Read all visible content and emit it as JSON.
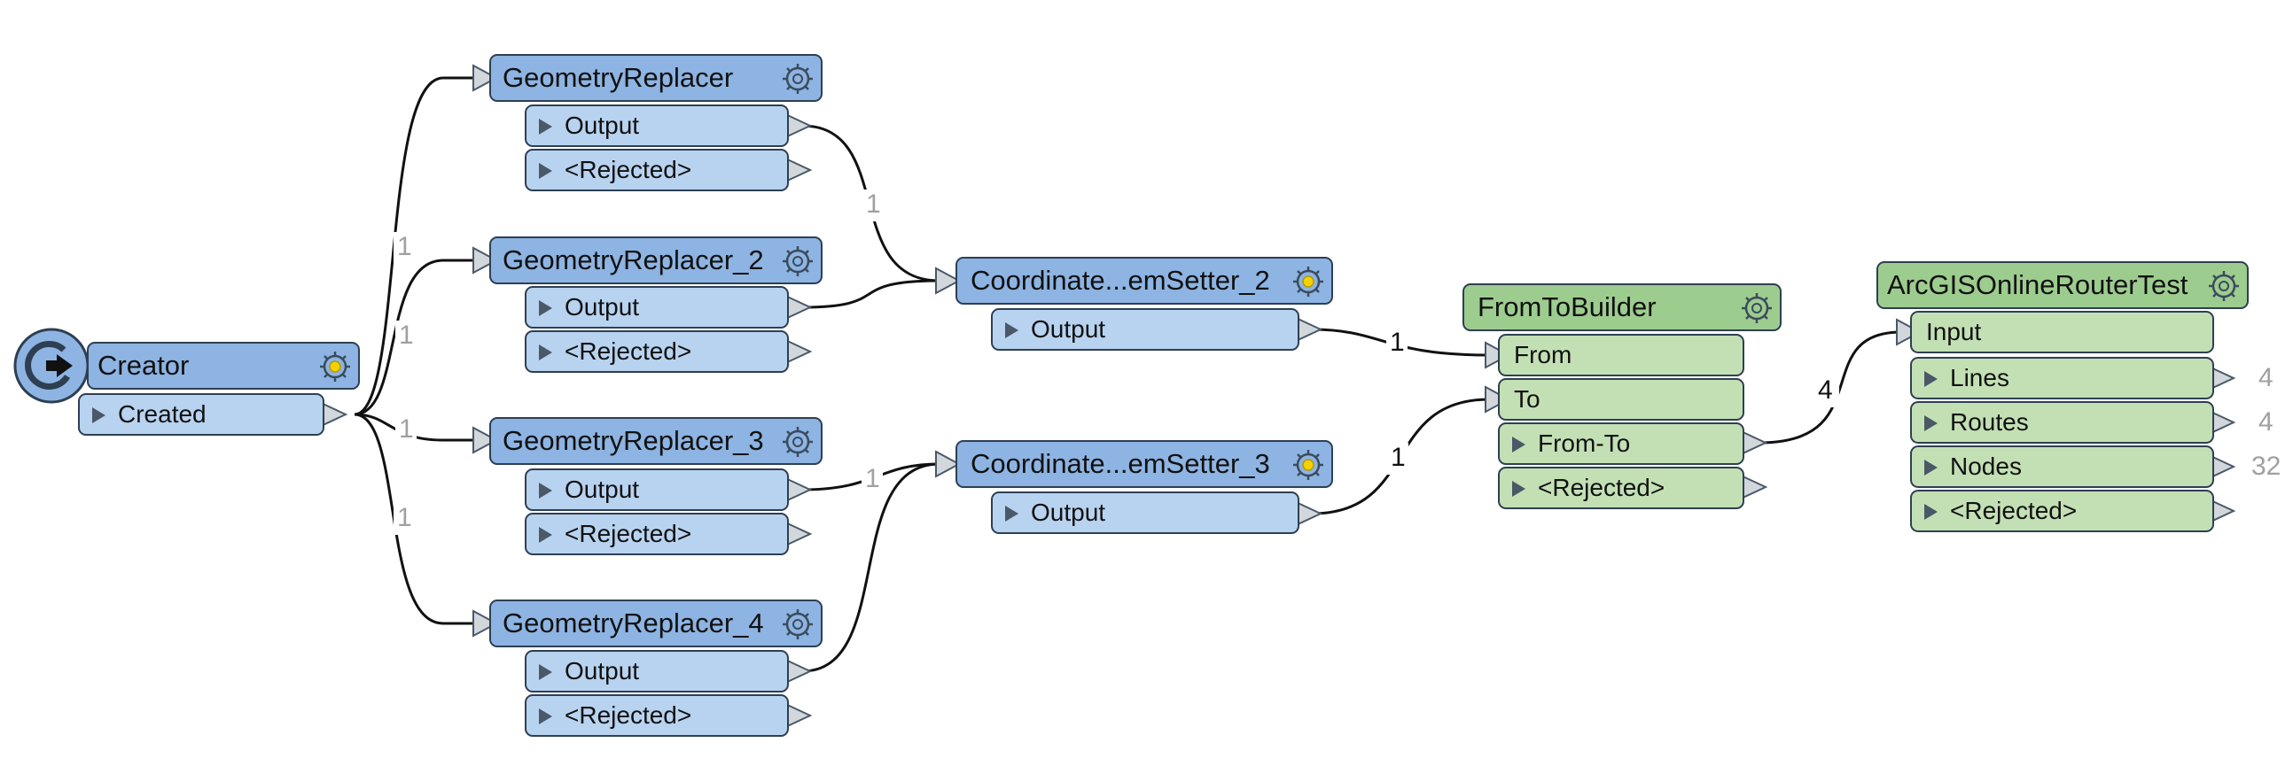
{
  "nodes": {
    "creator": {
      "title": "Creator",
      "ports": [
        "Created"
      ]
    },
    "gr1": {
      "title": "GeometryReplacer",
      "ports": [
        "Output",
        "<Rejected>"
      ]
    },
    "gr2": {
      "title": "GeometryReplacer_2",
      "ports": [
        "Output",
        "<Rejected>"
      ]
    },
    "gr3": {
      "title": "GeometryReplacer_3",
      "ports": [
        "Output",
        "<Rejected>"
      ]
    },
    "gr4": {
      "title": "GeometryReplacer_4",
      "ports": [
        "Output",
        "<Rejected>"
      ]
    },
    "cs2": {
      "title": "Coordinate...emSetter_2",
      "ports": [
        "Output"
      ]
    },
    "cs3": {
      "title": "Coordinate...emSetter_3",
      "ports": [
        "Output"
      ]
    },
    "ftb": {
      "title": "FromToBuilder",
      "inputs": [
        "From",
        "To"
      ],
      "ports": [
        "From-To",
        "<Rejected>"
      ]
    },
    "arc": {
      "title": "ArcGISOnlineRouterTest",
      "inputs": [
        "Input"
      ],
      "ports": [
        "Lines",
        "Routes",
        "Nodes",
        "<Rejected>"
      ]
    }
  },
  "feature_counts": {
    "creator_to_gr1": "1",
    "creator_to_gr2": "1",
    "creator_to_gr3": "1",
    "creator_to_gr4": "1",
    "gr1_to_cs2": "1",
    "gr3_to_cs3": "1",
    "cs2_to_from": "1",
    "cs3_to_to": "1",
    "ftb_to_arc": "4",
    "arc_lines": "4",
    "arc_routes": "4",
    "arc_nodes": "32"
  },
  "colors": {
    "transformer_header": "#8db4e2",
    "transformer_port": "#b8d3f0",
    "custom_header": "#9dcc8f",
    "custom_port": "#c3e0b5",
    "gear_highlight": "#f5d100"
  }
}
